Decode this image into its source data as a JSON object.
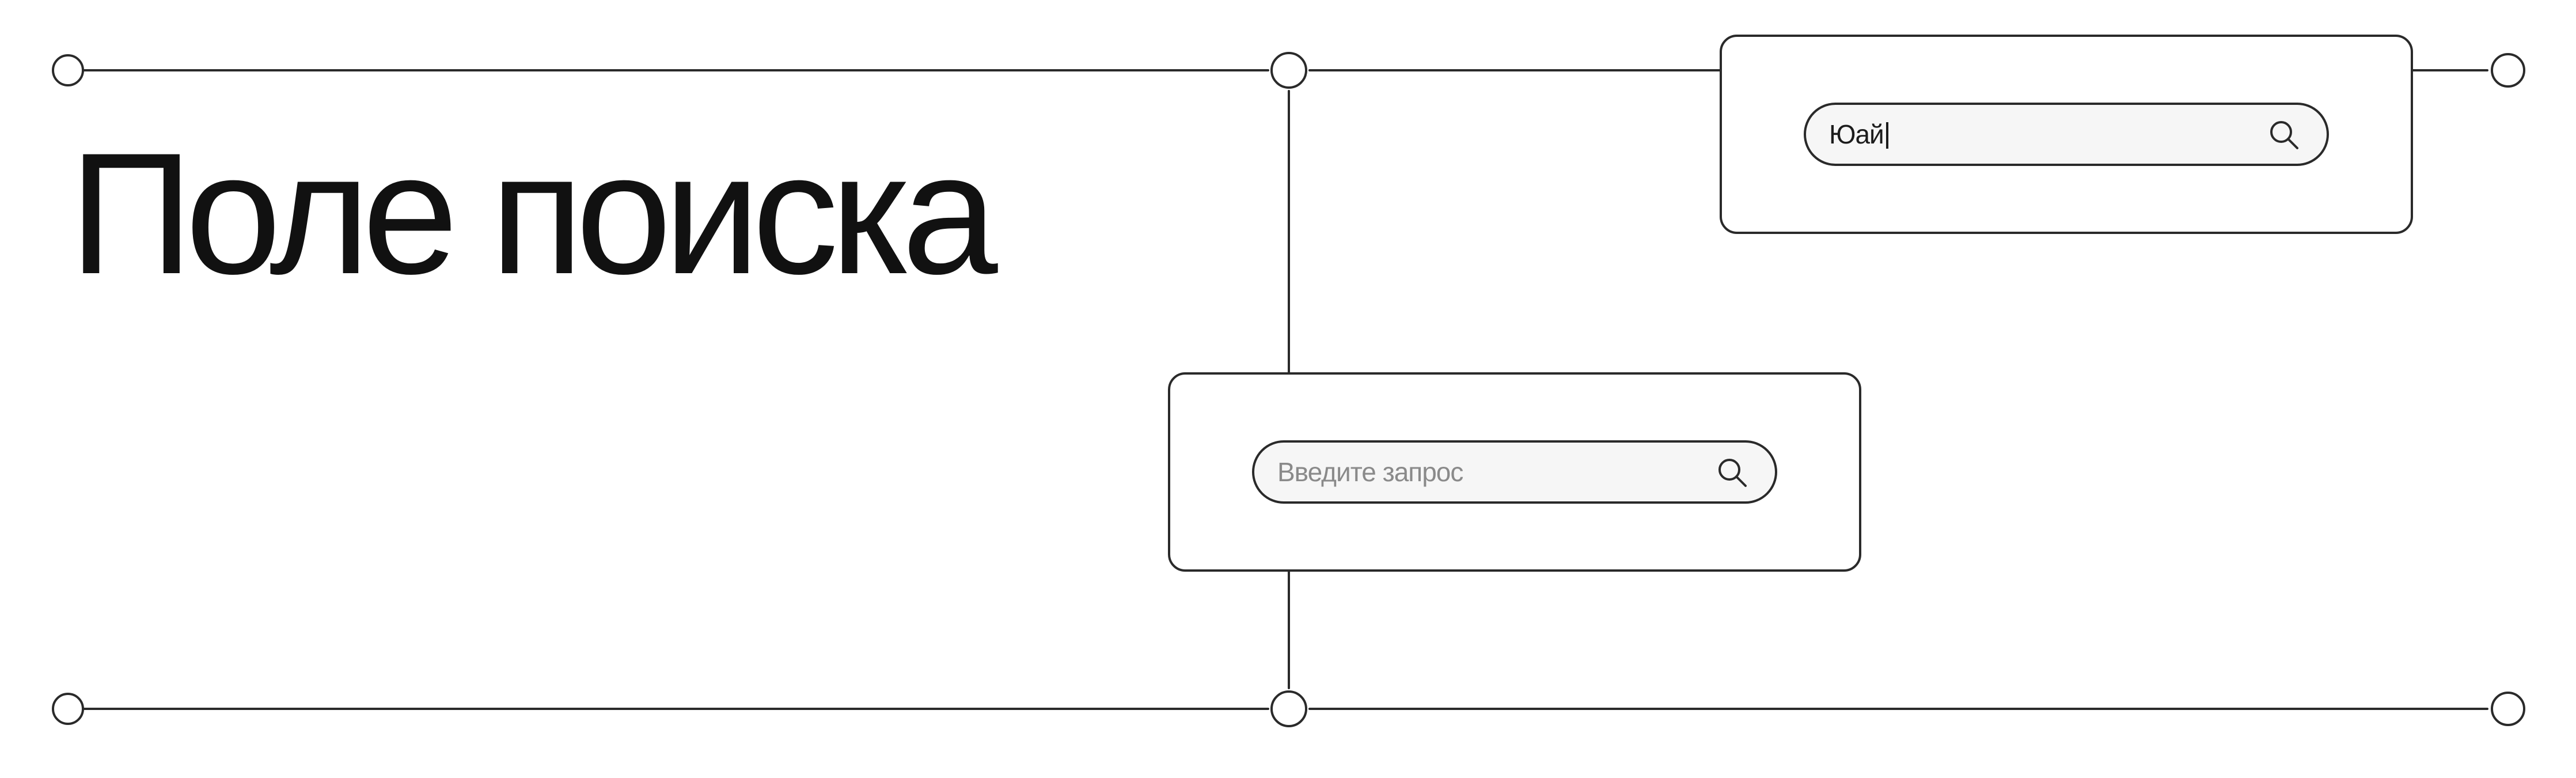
{
  "title": "Поле поиска",
  "search_filled": {
    "value": "Юай",
    "icon": "search-icon"
  },
  "search_empty": {
    "placeholder": "Введите запрос",
    "icon": "search-icon"
  },
  "colors": {
    "background": "#ffffff",
    "ink": "#111111",
    "stroke": "#2a2a2a",
    "field_fill": "#f6f6f6",
    "placeholder": "#8a8a8a"
  }
}
